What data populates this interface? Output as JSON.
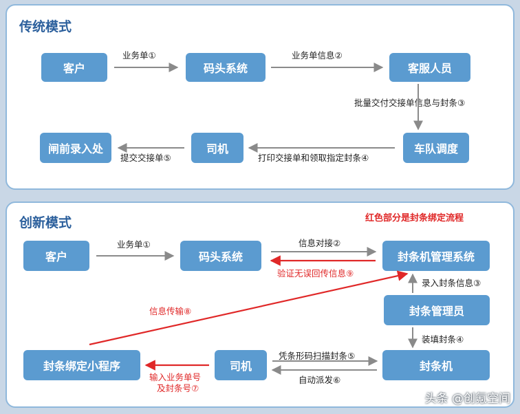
{
  "traditional": {
    "title": "传统模式",
    "nodes": {
      "customer": "客户",
      "terminal": "码头系统",
      "service": "客服人员",
      "fleet": "车队调度",
      "driver": "司机",
      "gate": "闸前录入处"
    },
    "edges": {
      "e1": "业务单①",
      "e2": "业务单信息②",
      "e3": "批量交付交接单信息与封条③",
      "e4": "打印交接单和领取指定封条④",
      "e5": "提交交接单⑤"
    }
  },
  "innovation": {
    "title": "创新模式",
    "note": "红色部分是封条绑定流程",
    "nodes": {
      "customer": "客户",
      "terminal": "码头系统",
      "seal_system": "封条机管理系统",
      "seal_admin": "封条管理员",
      "seal_machine": "封条机",
      "driver": "司机",
      "mini_program": "封条绑定小程序"
    },
    "edges": {
      "e1": "业务单①",
      "e2": "信息对接②",
      "e3": "录入封条信息③",
      "e4": "装填封条④",
      "e5": "凭条形码扫描封条⑤",
      "e6": "自动派发⑥",
      "e7a": "输入业务单号",
      "e7b": "及封条号⑦",
      "e8": "信息传输⑧",
      "e9": "验证无误回传信息⑨"
    }
  },
  "watermark": "头条 @创氪空间",
  "colors": {
    "box": "#5b9bd0",
    "arrow": "#8a8a8a",
    "flow_red": "#e02828",
    "title": "#2b5f9c"
  }
}
